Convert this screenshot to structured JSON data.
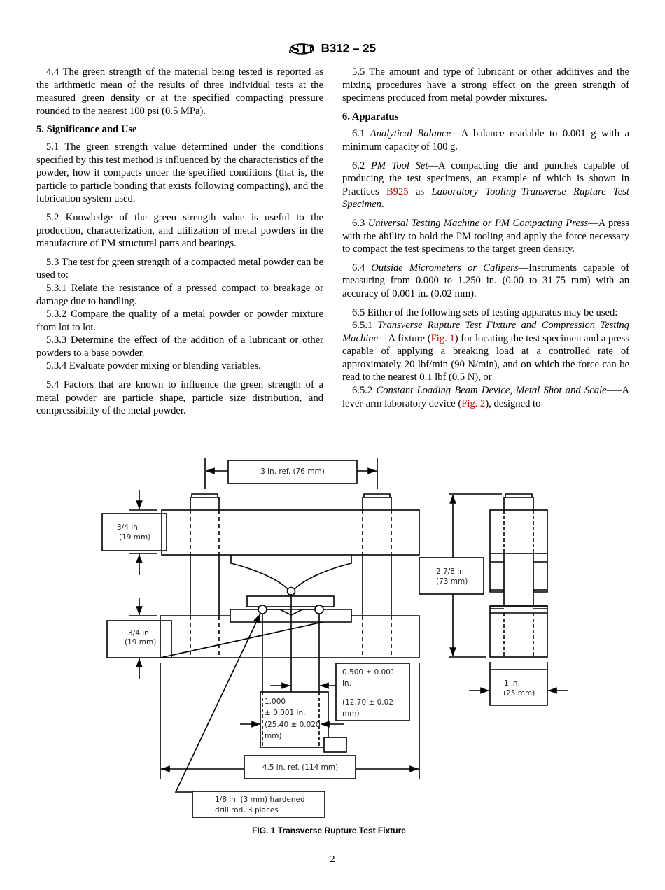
{
  "header": {
    "logo": "ASTM",
    "designation": "B312 – 25"
  },
  "left": {
    "p4_4": "4.4 The green strength of the material being tested is reported as the arithmetic mean of the results of three individual tests at the measured green density or at the specified compacting pressure rounded to the nearest 100 psi (0.5 MPa).",
    "h5": "5. Significance and Use",
    "p5_1": "5.1 The green strength value determined under the conditions specified by this test method is influenced by the characteristics of the powder, how it compacts under the specified conditions (that is, the particle to particle bonding that exists following compacting), and the lubrication system used.",
    "p5_2": "5.2 Knowledge of the green strength value is useful to the production, characterization, and utilization of metal powders in the manufacture of PM structural parts and bearings.",
    "p5_3": "5.3 The test for green strength of a compacted metal powder can be used to:",
    "p5_3_1": "5.3.1 Relate the resistance of a pressed compact to breakage or damage due to handling.",
    "p5_3_2": "5.3.2 Compare the quality of a metal powder or powder mixture from lot to lot.",
    "p5_3_3": "5.3.3 Determine the effect of the addition of a lubricant or other powders to a base powder.",
    "p5_3_4": "5.3.4 Evaluate powder mixing or blending variables.",
    "p5_4": "5.4  Factors that are known to influence the green strength of a metal powder are particle shape, particle size distribution, and compressibility of the metal powder."
  },
  "right": {
    "p5_5": "5.5 The amount and type of lubricant or other additives and the mixing procedures have a strong effect on the green strength of specimens produced from metal powder mixtures.",
    "h6": "6. Apparatus",
    "p6_1_num": "6.1 ",
    "p6_1_title": "Analytical Balance",
    "p6_1": "—A balance readable to 0.001 g with a minimum capacity of 100 g.",
    "p6_2_num": "6.2 ",
    "p6_2_title": "PM Tool Set",
    "p6_2a": "—A compacting die and punches capable of producing the test specimens, an example of which is shown in Practices ",
    "p6_2_link": "B925",
    "p6_2b": " as ",
    "p6_2_ref": "Laboratory Tooling–Transverse Rupture Test Specimen",
    "p6_2c": ".",
    "p6_3_num": "6.3 ",
    "p6_3_title": "Universal Testing Machine or PM Compacting Press",
    "p6_3": "—A press with the ability to hold the PM tooling and apply the force necessary to compact the test specimens to the target green density.",
    "p6_4_num": "6.4 ",
    "p6_4_title": "Outside Micrometers or Calipers",
    "p6_4": "—Instruments capable of measuring from 0.000 to 1.250 in. (0.00 to 31.75 mm) with an accuracy of 0.001 in. (0.02 mm).",
    "p6_5": "6.5 Either of the following sets of testing apparatus may be used:",
    "p6_5_1_num": "6.5.1 ",
    "p6_5_1_title": "Transverse Rupture Test Fixture and Compression Testing Machine",
    "p6_5_1a": "—A fixture (",
    "p6_5_1_link": "Fig. 1",
    "p6_5_1b": ") for locating the test specimen and a press capable of applying a breaking load at a controlled rate of approximately 20 lbf/min (90 N/min), and on which the force can be read to the nearest 0.1 lbf (0.5 N), or",
    "p6_5_2_num": "6.5.2 ",
    "p6_5_2_title": "Constant Loading Beam Device, Metal Shot and Scale",
    "p6_5_2a": "—–A lever-arm laboratory device (",
    "p6_5_2_link": "Fig. 2",
    "p6_5_2b": "), designed to"
  },
  "figure": {
    "dim_top": "3 in. ref. (76 mm)",
    "dim_upper_1": "3/4 in.",
    "dim_upper_2": "(19 mm)",
    "dim_lower_1": "3/4 in.",
    "dim_lower_2": "(19 mm)",
    "dim_height_1": "2 7/8 in.",
    "dim_height_2": "(73 mm)",
    "dim_span_1": "0.500 ± 0.001",
    "dim_span_2": "in.",
    "dim_span_3": "(12.70 ± 0.02",
    "dim_span_4": "mm)",
    "dim_width_1": "1.000",
    "dim_width_2": "± 0.001 in.",
    "dim_width_3": "(25.40 ± 0.020",
    "dim_width_4": "mm)",
    "dim_depth_1": "1 in.",
    "dim_depth_2": "(25 mm)",
    "dim_overall": "4.5 in. ref. (114 mm)",
    "rod_note_1": "1/8 in. (3 mm) hardened",
    "rod_note_2": "drill rod, 3 places",
    "caption": "FIG. 1  Transverse Rupture Test Fixture"
  },
  "page_number": "2"
}
